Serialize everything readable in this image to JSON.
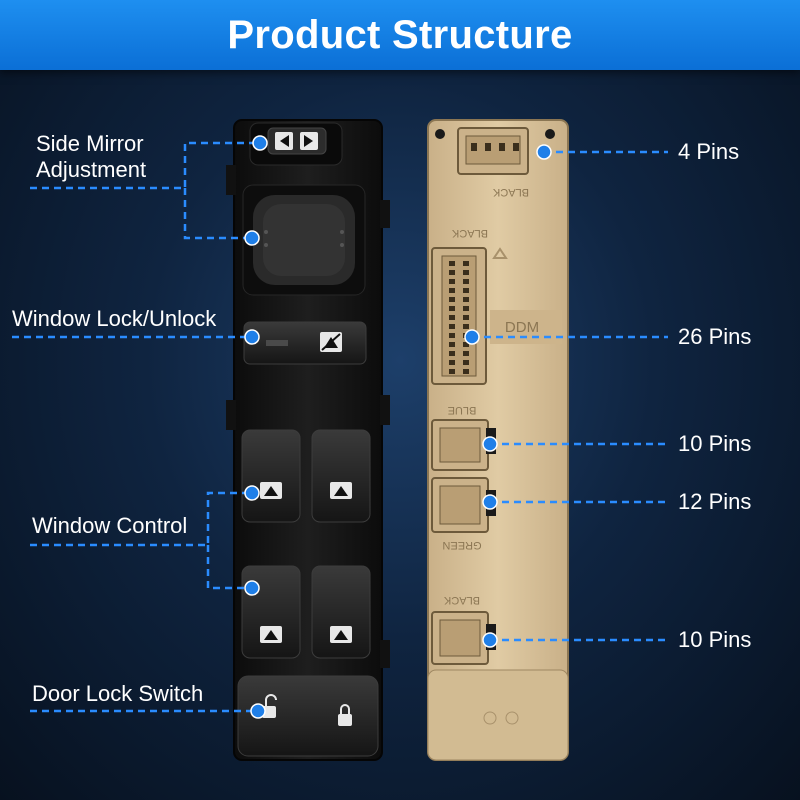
{
  "title": "Product Structure",
  "left_labels": {
    "mirror_line1": "Side Mirror",
    "mirror_line2": "Adjustment",
    "window_lock": "Window Lock/Unlock",
    "window_control": "Window Control",
    "door_lock": "Door Lock Switch"
  },
  "right_labels": {
    "pins_4": "4 Pins",
    "pins_26": "26 Pins",
    "pins_10a": "10 Pins",
    "pins_12": "12 Pins",
    "pins_10b": "10 Pins"
  },
  "connector_text": {
    "black_top": "BLACK",
    "black_26": "BLACK",
    "ddm": "DDM",
    "blue": "BLUE",
    "green": "GREEN",
    "black_bottom": "BLACK"
  },
  "colors": {
    "banner": "#0b6fd6",
    "leader": "#2a8cff",
    "dot": "#1f7fe8",
    "switch_body": "#141414",
    "housing": "#d9c29a"
  }
}
